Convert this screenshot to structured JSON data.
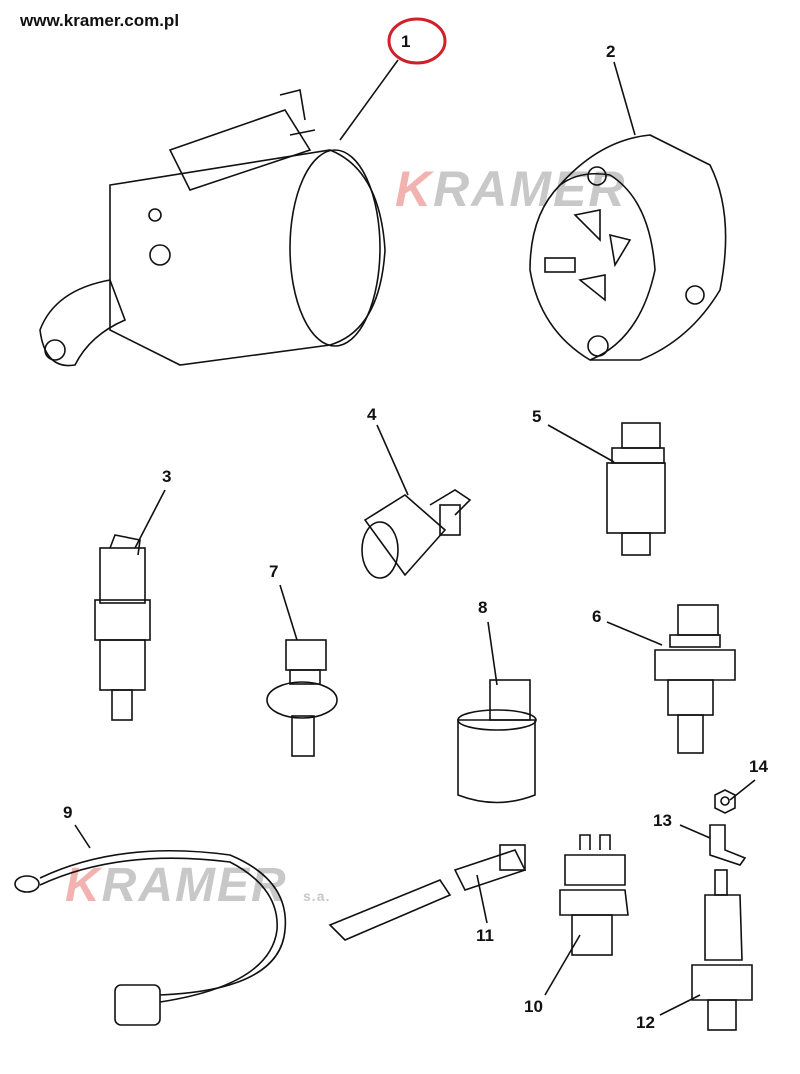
{
  "header": {
    "website": "www.kramer.com.pl"
  },
  "watermark": {
    "brand_k": "K",
    "brand_rest": "RAMER",
    "suffix": "s.a."
  },
  "highlight_color": "#d0202a",
  "callouts": [
    {
      "id": "1",
      "part": "starter-motor",
      "highlighted": true
    },
    {
      "id": "2",
      "part": "alternator"
    },
    {
      "id": "3",
      "part": "switch"
    },
    {
      "id": "4",
      "part": "temperature-sender"
    },
    {
      "id": "5",
      "part": "pressure-switch"
    },
    {
      "id": "6",
      "part": "temperature-sensor"
    },
    {
      "id": "7",
      "part": "oil-pressure-switch"
    },
    {
      "id": "8",
      "part": "sensor"
    },
    {
      "id": "9",
      "part": "cable"
    },
    {
      "id": "10",
      "part": "switch"
    },
    {
      "id": "11",
      "part": "connector"
    },
    {
      "id": "12",
      "part": "sensor"
    },
    {
      "id": "13",
      "part": "bracket"
    },
    {
      "id": "14",
      "part": "nut"
    }
  ]
}
